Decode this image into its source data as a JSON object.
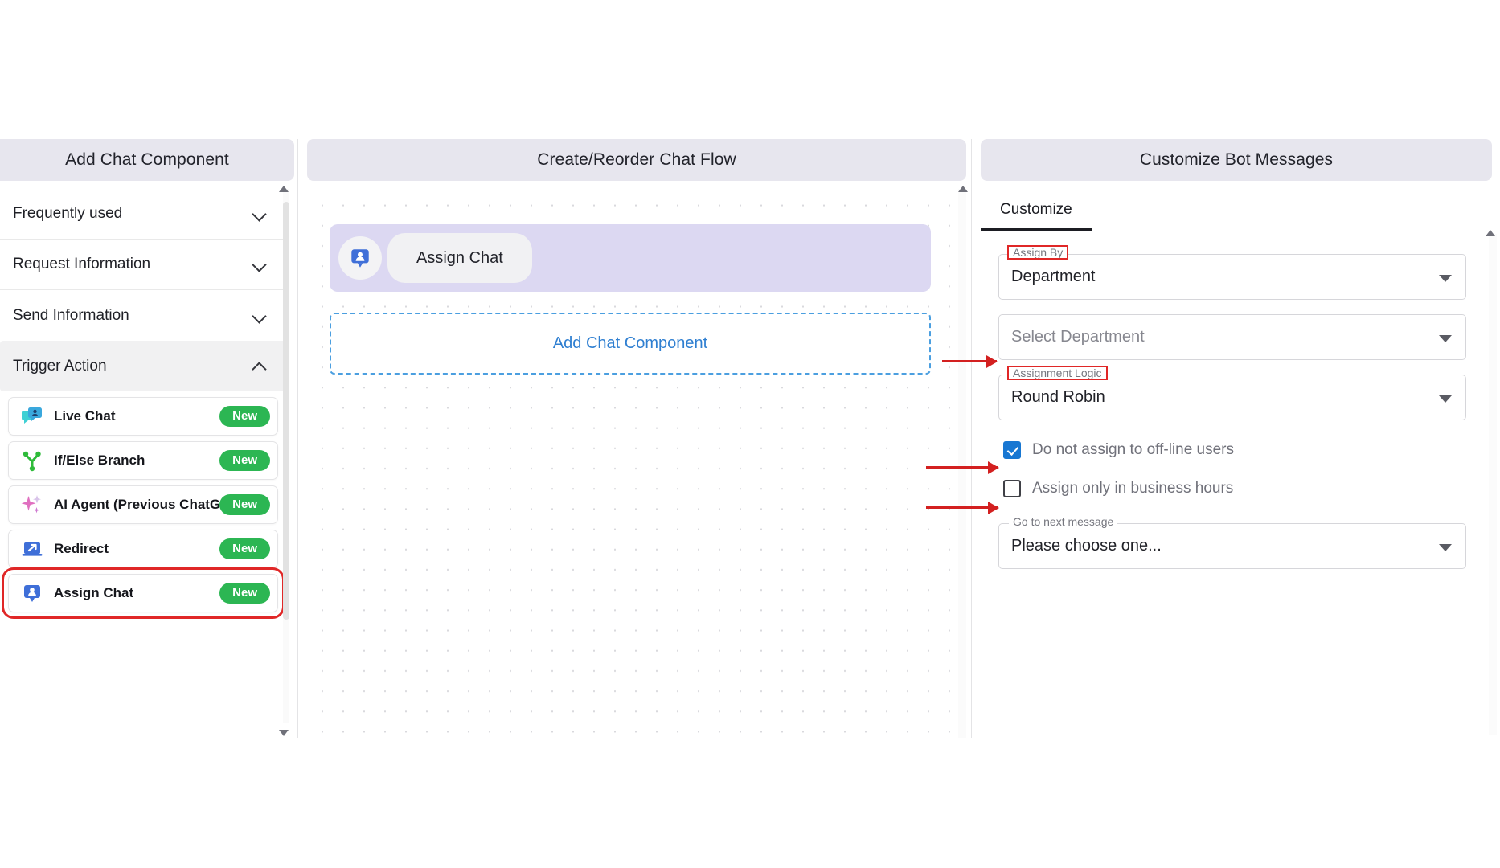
{
  "left_panel": {
    "title": "Add Chat Component",
    "accordions": [
      {
        "label": "Frequently used",
        "state": "collapsed"
      },
      {
        "label": "Request Information",
        "state": "collapsed"
      },
      {
        "label": "Send Information",
        "state": "collapsed"
      },
      {
        "label": "Trigger Action",
        "state": "expanded"
      }
    ],
    "components": [
      {
        "label": "Live Chat",
        "badge": "New",
        "icon": "live-chat-icon",
        "highlighted": false
      },
      {
        "label": "If/Else Branch",
        "badge": "New",
        "icon": "branch-icon",
        "highlighted": false
      },
      {
        "label": "AI Agent (Previous ChatGPT)",
        "badge": "New",
        "icon": "sparkle-ai-icon",
        "highlighted": false
      },
      {
        "label": "Redirect",
        "badge": "New",
        "icon": "redirect-icon",
        "highlighted": false
      },
      {
        "label": "Assign Chat",
        "badge": "New",
        "icon": "assign-chat-icon",
        "highlighted": true
      }
    ]
  },
  "center_panel": {
    "title": "Create/Reorder Chat Flow",
    "node": {
      "label": "Assign Chat",
      "icon": "assign-chat-icon"
    },
    "dropzone_label": "Add Chat Component"
  },
  "right_panel": {
    "title": "Customize Bot Messages",
    "tabs": [
      {
        "label": "Customize",
        "active": true
      }
    ],
    "fields": [
      {
        "name": "assign-by",
        "legend": "Assign By",
        "legend_marked": true,
        "value": "Department",
        "is_placeholder": false
      },
      {
        "name": "select-department",
        "legend": "",
        "legend_marked": false,
        "value": "Select Department",
        "is_placeholder": true
      },
      {
        "name": "assignment-logic",
        "legend": "Assignment Logic",
        "legend_marked": true,
        "value": "Round Robin",
        "is_placeholder": false
      }
    ],
    "checkboxes": [
      {
        "label": "Do not assign to off-line users",
        "checked": true
      },
      {
        "label": "Assign only in business hours",
        "checked": false
      }
    ],
    "next_message_field": {
      "legend": "Go to next message",
      "value": "Please choose one...",
      "is_placeholder": false
    }
  },
  "colors": {
    "header_bg": "#e7e6ee",
    "badge_green": "#2cb653",
    "annotation_red": "#e02727",
    "node_purple": "#dcd8f2",
    "link_blue": "#2f7fd1",
    "checkbox_blue": "#1877d2"
  }
}
